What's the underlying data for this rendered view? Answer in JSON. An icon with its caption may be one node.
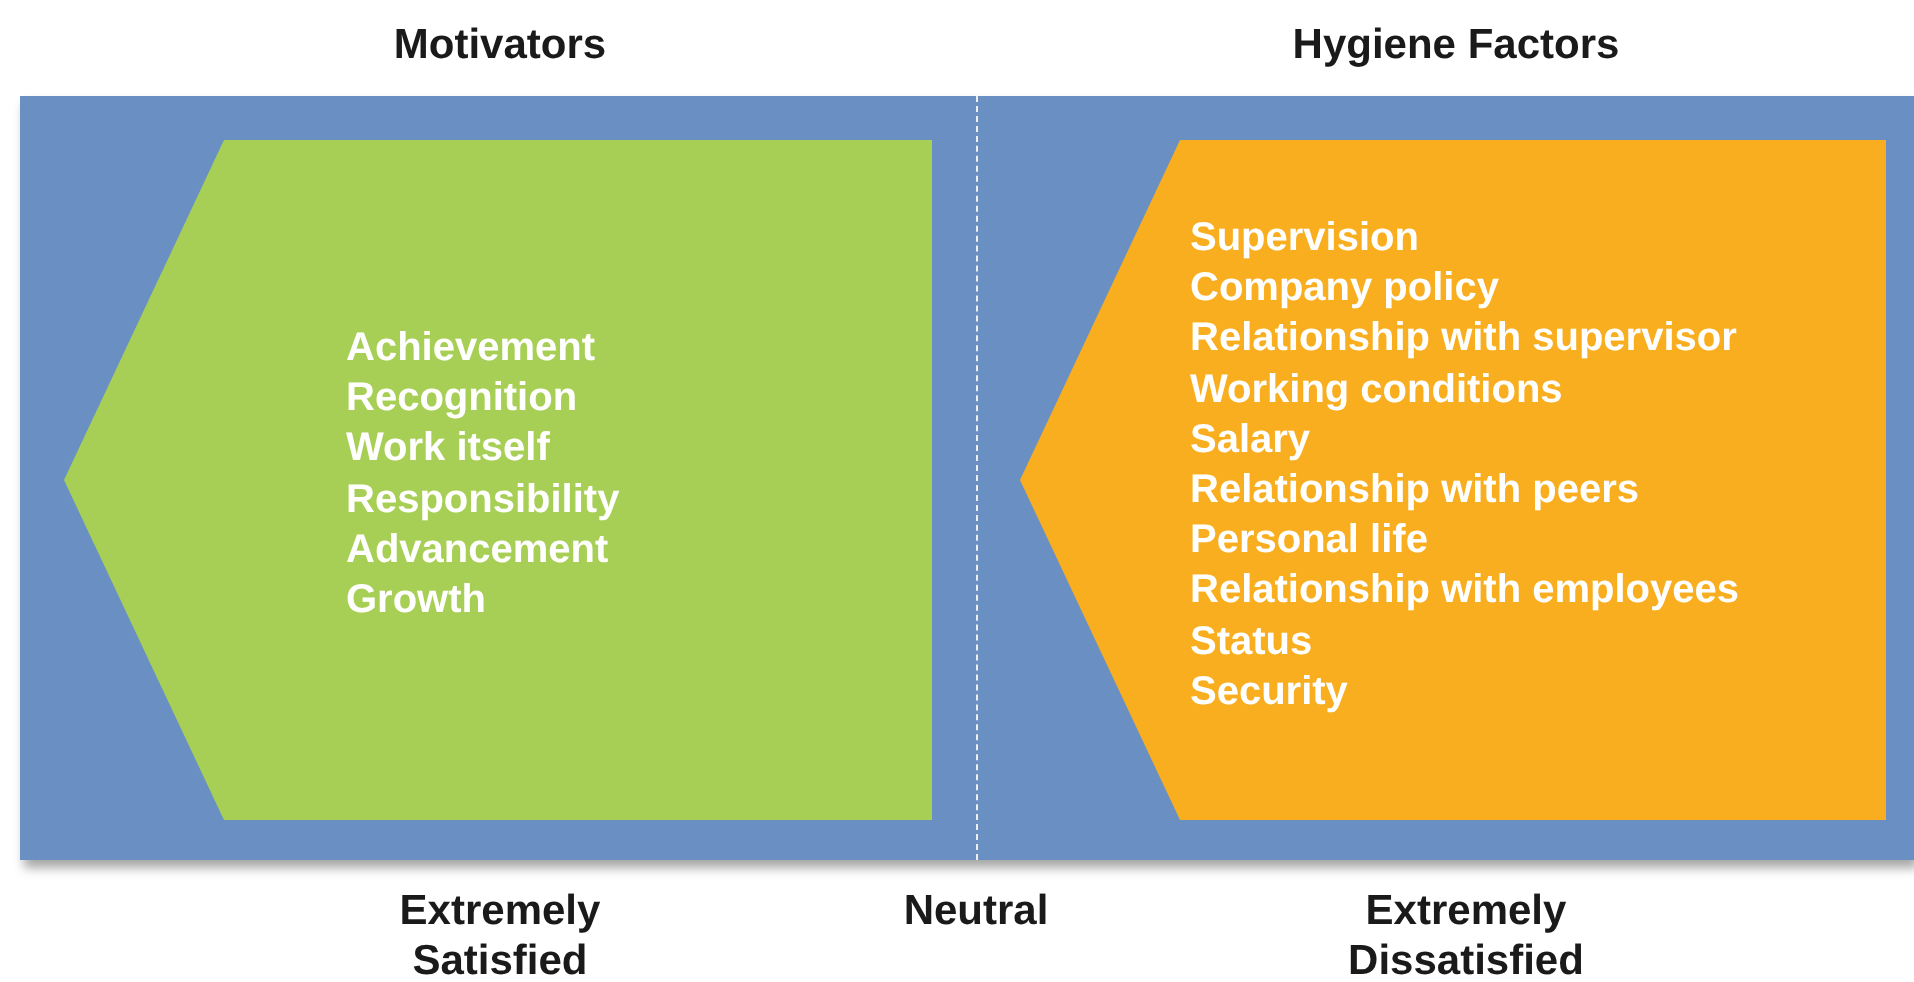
{
  "diagram": {
    "nodes": [
      {
        "text": [
          "Achievement",
          "Recognition",
          "Work itself",
          "Responsibility",
          "Advancement",
          "Growth"
        ]
      },
      {
        "text": [
          "Supervision",
          "Company policy",
          "Relationship with supervisor",
          "Working conditions",
          "Salary",
          "Relationship with peers",
          "Personal life",
          "Relationship with employees",
          "Status",
          "Security"
        ]
      }
    ],
    "labels": [
      "Motivators",
      "Hygiene Factors",
      "Extremely Satisfied",
      "Neutral",
      "Extremely Dissatisfied"
    ]
  }
}
